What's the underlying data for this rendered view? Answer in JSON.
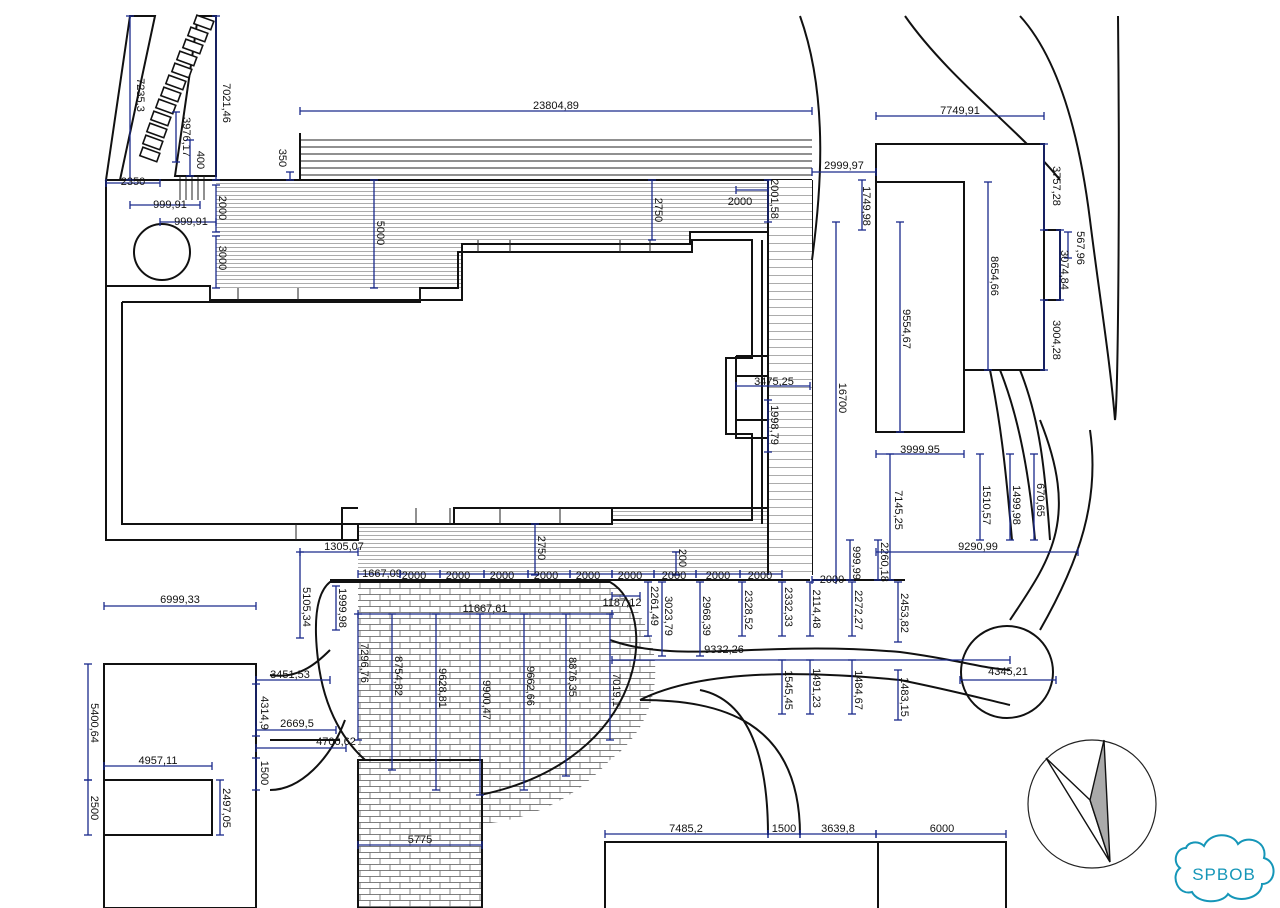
{
  "logo": {
    "text": "SPBOB",
    "color": "#1596b8"
  },
  "colors": {
    "dimension_line": "#1a2a8c",
    "outline": "#111111",
    "compass_fill": "#aaaaaa"
  },
  "dimensions": [
    {
      "text": "23804,89"
    },
    {
      "text": "7749,91"
    },
    {
      "text": "7235,3"
    },
    {
      "text": "7021,46"
    },
    {
      "text": "3976,17"
    },
    {
      "text": "400"
    },
    {
      "text": "350"
    },
    {
      "text": "2350"
    },
    {
      "text": "999,91"
    },
    {
      "text": "999,91"
    },
    {
      "text": "2000"
    },
    {
      "text": "3000"
    },
    {
      "text": "5000"
    },
    {
      "text": "2750"
    },
    {
      "text": "2000"
    },
    {
      "text": "2001,58"
    },
    {
      "text": "2999,97"
    },
    {
      "text": "1749,98"
    },
    {
      "text": "3757,28"
    },
    {
      "text": "567,96"
    },
    {
      "text": "3074,84"
    },
    {
      "text": "3004,28"
    },
    {
      "text": "8654,66"
    },
    {
      "text": "9554,67"
    },
    {
      "text": "16700"
    },
    {
      "text": "3475,25"
    },
    {
      "text": "1998,79"
    },
    {
      "text": "3999,95"
    },
    {
      "text": "1510,57"
    },
    {
      "text": "1499,98"
    },
    {
      "text": "670,65"
    },
    {
      "text": "7145,25"
    },
    {
      "text": "2260,18"
    },
    {
      "text": "9290,99"
    },
    {
      "text": "999,99"
    },
    {
      "text": "2000"
    },
    {
      "text": "2750"
    },
    {
      "text": "200"
    },
    {
      "text": "1305,07"
    },
    {
      "text": "1667,09"
    },
    {
      "text": "2000"
    },
    {
      "text": "2000"
    },
    {
      "text": "2000"
    },
    {
      "text": "2000"
    },
    {
      "text": "2000"
    },
    {
      "text": "2000"
    },
    {
      "text": "2000"
    },
    {
      "text": "2000"
    },
    {
      "text": "2000"
    },
    {
      "text": "11667,61"
    },
    {
      "text": "1187,12"
    },
    {
      "text": "2261,49"
    },
    {
      "text": "3023,79"
    },
    {
      "text": "2968,39"
    },
    {
      "text": "2328,52"
    },
    {
      "text": "2332,33"
    },
    {
      "text": "2114,48"
    },
    {
      "text": "2272,27"
    },
    {
      "text": "2453,82"
    },
    {
      "text": "9332,26"
    },
    {
      "text": "4345,21"
    },
    {
      "text": "1545,45"
    },
    {
      "text": "1491,23"
    },
    {
      "text": "1484,67"
    },
    {
      "text": "1483,15"
    },
    {
      "text": "6999,33"
    },
    {
      "text": "5105,34"
    },
    {
      "text": "1999,98"
    },
    {
      "text": "7296,76"
    },
    {
      "text": "8754,82"
    },
    {
      "text": "9628,81"
    },
    {
      "text": "9900,47"
    },
    {
      "text": "9662,66"
    },
    {
      "text": "8876,35"
    },
    {
      "text": "7019,1"
    },
    {
      "text": "3451,53"
    },
    {
      "text": "5400,64"
    },
    {
      "text": "4314,9"
    },
    {
      "text": "2669,5"
    },
    {
      "text": "4700,62"
    },
    {
      "text": "1500"
    },
    {
      "text": "4957,11"
    },
    {
      "text": "2497,05"
    },
    {
      "text": "2500"
    },
    {
      "text": "5775"
    },
    {
      "text": "7485,2"
    },
    {
      "text": "1500"
    },
    {
      "text": "3639,8"
    },
    {
      "text": "6000"
    }
  ]
}
